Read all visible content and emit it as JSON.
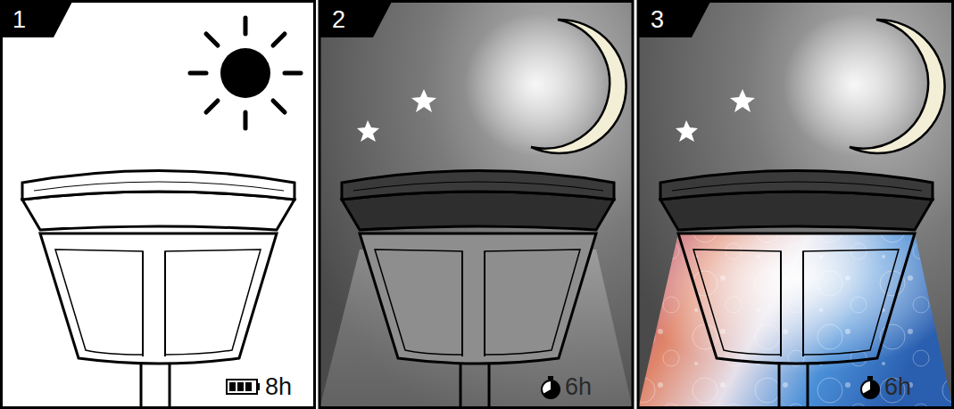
{
  "diagram": {
    "labels": [
      "1",
      "8h",
      "2",
      "6h",
      "3",
      "6h"
    ]
  }
}
